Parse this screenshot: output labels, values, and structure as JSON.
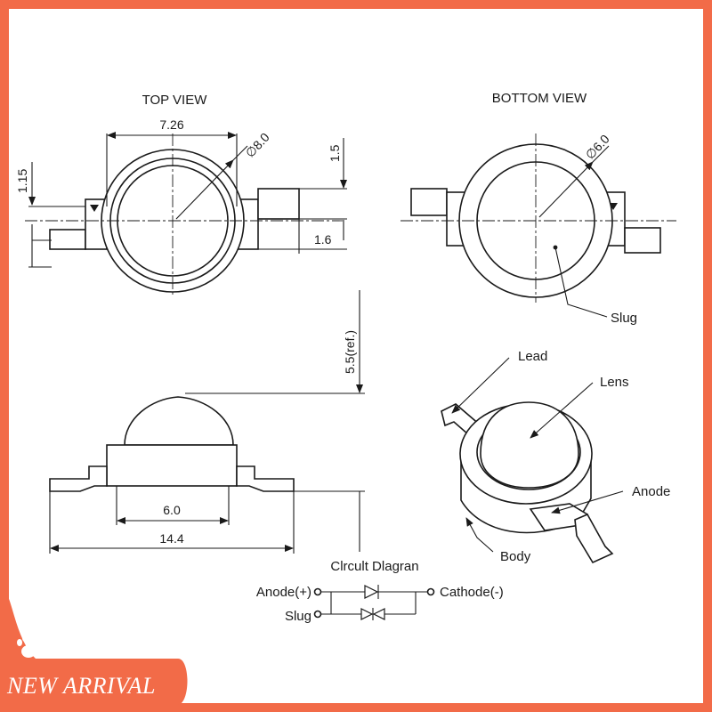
{
  "top_view": {
    "title": "TOP VIEW",
    "dim_width": "7.26",
    "dim_diameter": "∅8.0",
    "dim_lead_offset": "1.15",
    "dim_lead_height": "1.5",
    "dim_lead_width": "1.6"
  },
  "bottom_view": {
    "title": "BOTTOM VIEW",
    "dim_diameter": "∅6.0",
    "label_slug": "Slug"
  },
  "side_view": {
    "dim_height": "5.5(ref.)",
    "dim_body": "6.0",
    "dim_total": "14.4"
  },
  "iso_view": {
    "label_lead": "Lead",
    "label_lens": "Lens",
    "label_anode": "Anode",
    "label_body": "Body"
  },
  "circuit": {
    "title": "Clrcult Dlagran",
    "anode": "Anode(+)",
    "slug": "Slug",
    "cathode": "Cathode(-)"
  },
  "badge": {
    "text": "NEW ARRIVAL",
    "icon": "paw-icon",
    "color": "#f26b48"
  },
  "colors": {
    "frame": "#f26b48",
    "line": "#1a1a1a"
  }
}
